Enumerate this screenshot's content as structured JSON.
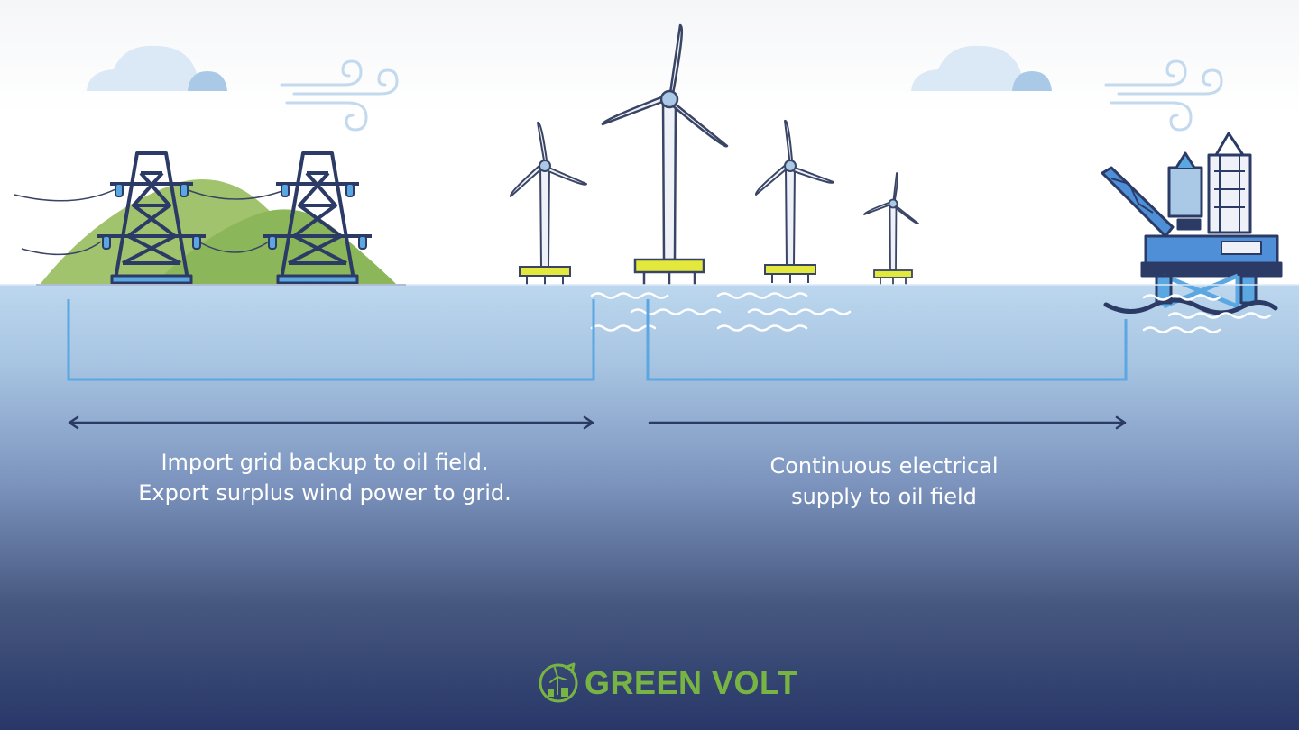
{
  "captions": {
    "left": {
      "line1": "Import grid backup to oil field.",
      "line2": "Export surplus wind power to grid."
    },
    "right": {
      "line1": "Continuous electrical",
      "line2": "supply to oil field"
    }
  },
  "brand": {
    "name": "GREEN VOLT"
  },
  "colors": {
    "cable": "#5ba7e2",
    "arrow": "#2a3a60",
    "pylon": "#2b3b66",
    "hill": "#8fb85a",
    "float": "#e2e93c",
    "platform": "#3f88d8",
    "brand": "#78b443"
  }
}
